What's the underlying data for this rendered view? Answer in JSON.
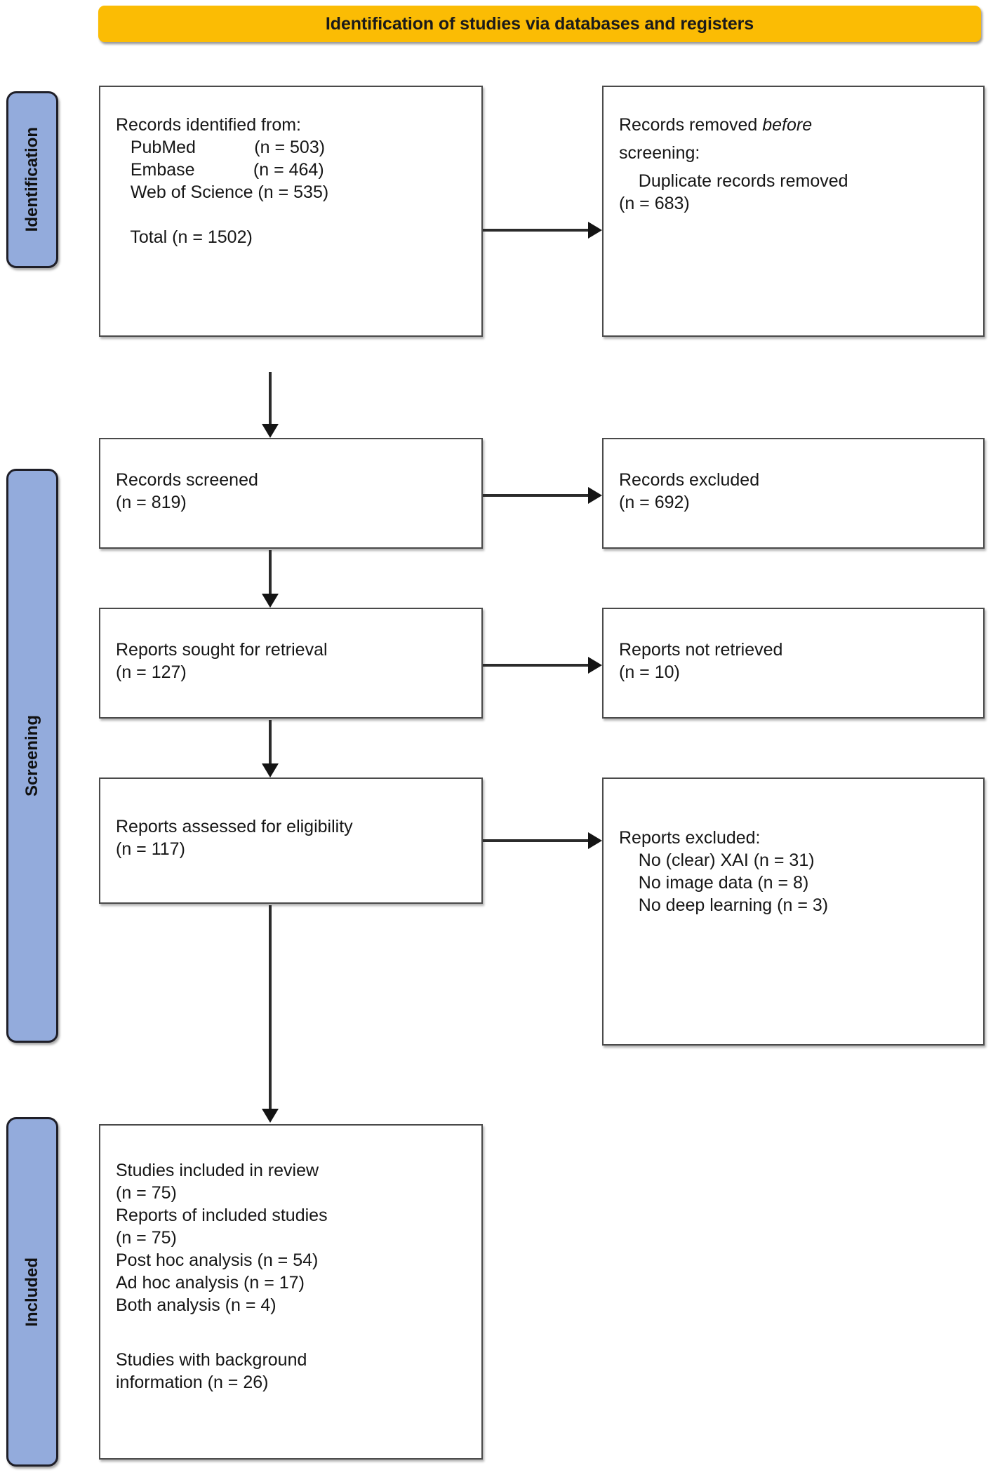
{
  "diagram": {
    "type": "prisma-flow-diagram",
    "banner": {
      "title": "Identification of studies via databases and registers",
      "color": "#FBBC04"
    },
    "stages": [
      {
        "id": "identification",
        "label": "Identification",
        "color": "#93ABDC"
      },
      {
        "id": "screening",
        "label": "Screening",
        "color": "#93ABDC"
      },
      {
        "id": "included",
        "label": "Included",
        "color": "#93ABDC"
      }
    ],
    "boxes": {
      "records_identified": {
        "name": "Records identified from",
        "line1": "Records identified from:",
        "line2": "   PubMed            (n = 503)",
        "line3": "   Embase            (n = 464)",
        "line4": "   Web of Science (n = 535)",
        "line5": "",
        "line6": "   Total (n = 1502)"
      },
      "records_removed": {
        "name": "Records removed before screening",
        "line1_a": "Records removed ",
        "line1_b": "before",
        "line2": "screening:",
        "line3": "    Duplicate records removed",
        "line4": "(n = 683)"
      },
      "records_screened": {
        "name": "Records screened",
        "line1": "Records screened",
        "line2": "(n = 819)"
      },
      "records_excluded": {
        "name": "Records excluded",
        "line1": "Records excluded",
        "line2": "(n = 692)"
      },
      "reports_sought": {
        "name": "Reports sought for retrieval",
        "line1": "Reports sought for retrieval",
        "line2": "(n = 127)"
      },
      "reports_not_retrieved": {
        "name": "Reports not retrieved",
        "line1": "Reports not retrieved",
        "line2": "(n = 10)"
      },
      "reports_assessed": {
        "name": "Reports assessed for eligibility",
        "line1": "Reports assessed for eligibility",
        "line2": "(n = 117)"
      },
      "reports_excluded": {
        "name": "Reports excluded",
        "line1": "Reports excluded:",
        "line2": "    No (clear) XAI (n = 31)",
        "line3": "    No image data (n = 8)",
        "line4": "    No deep learning (n = 3)"
      },
      "studies_included": {
        "name": "Studies included in review",
        "line1": "Studies included in review",
        "line2": "(n = 75)",
        "line3": "Reports of included studies",
        "line4": "(n = 75)",
        "line5": "Post hoc analysis (n = 54)",
        "line6": "Ad hoc analysis (n = 17)",
        "line7": "Both analysis (n = 4)",
        "line8": "",
        "line9": "Studies with background",
        "line10": "information (n = 26)"
      }
    },
    "counts": {
      "pubmed": 503,
      "embase": 464,
      "web_of_science": 535,
      "total_identified": 1502,
      "duplicates_removed": 683,
      "records_screened": 819,
      "records_excluded": 692,
      "reports_sought": 127,
      "reports_not_retrieved": 10,
      "reports_assessed": 117,
      "excluded_no_xai": 31,
      "excluded_no_image_data": 8,
      "excluded_no_deep_learning": 3,
      "studies_included": 75,
      "reports_of_included_studies": 75,
      "post_hoc_analysis": 54,
      "ad_hoc_analysis": 17,
      "both_analysis": 4,
      "studies_with_background_info": 26
    }
  }
}
